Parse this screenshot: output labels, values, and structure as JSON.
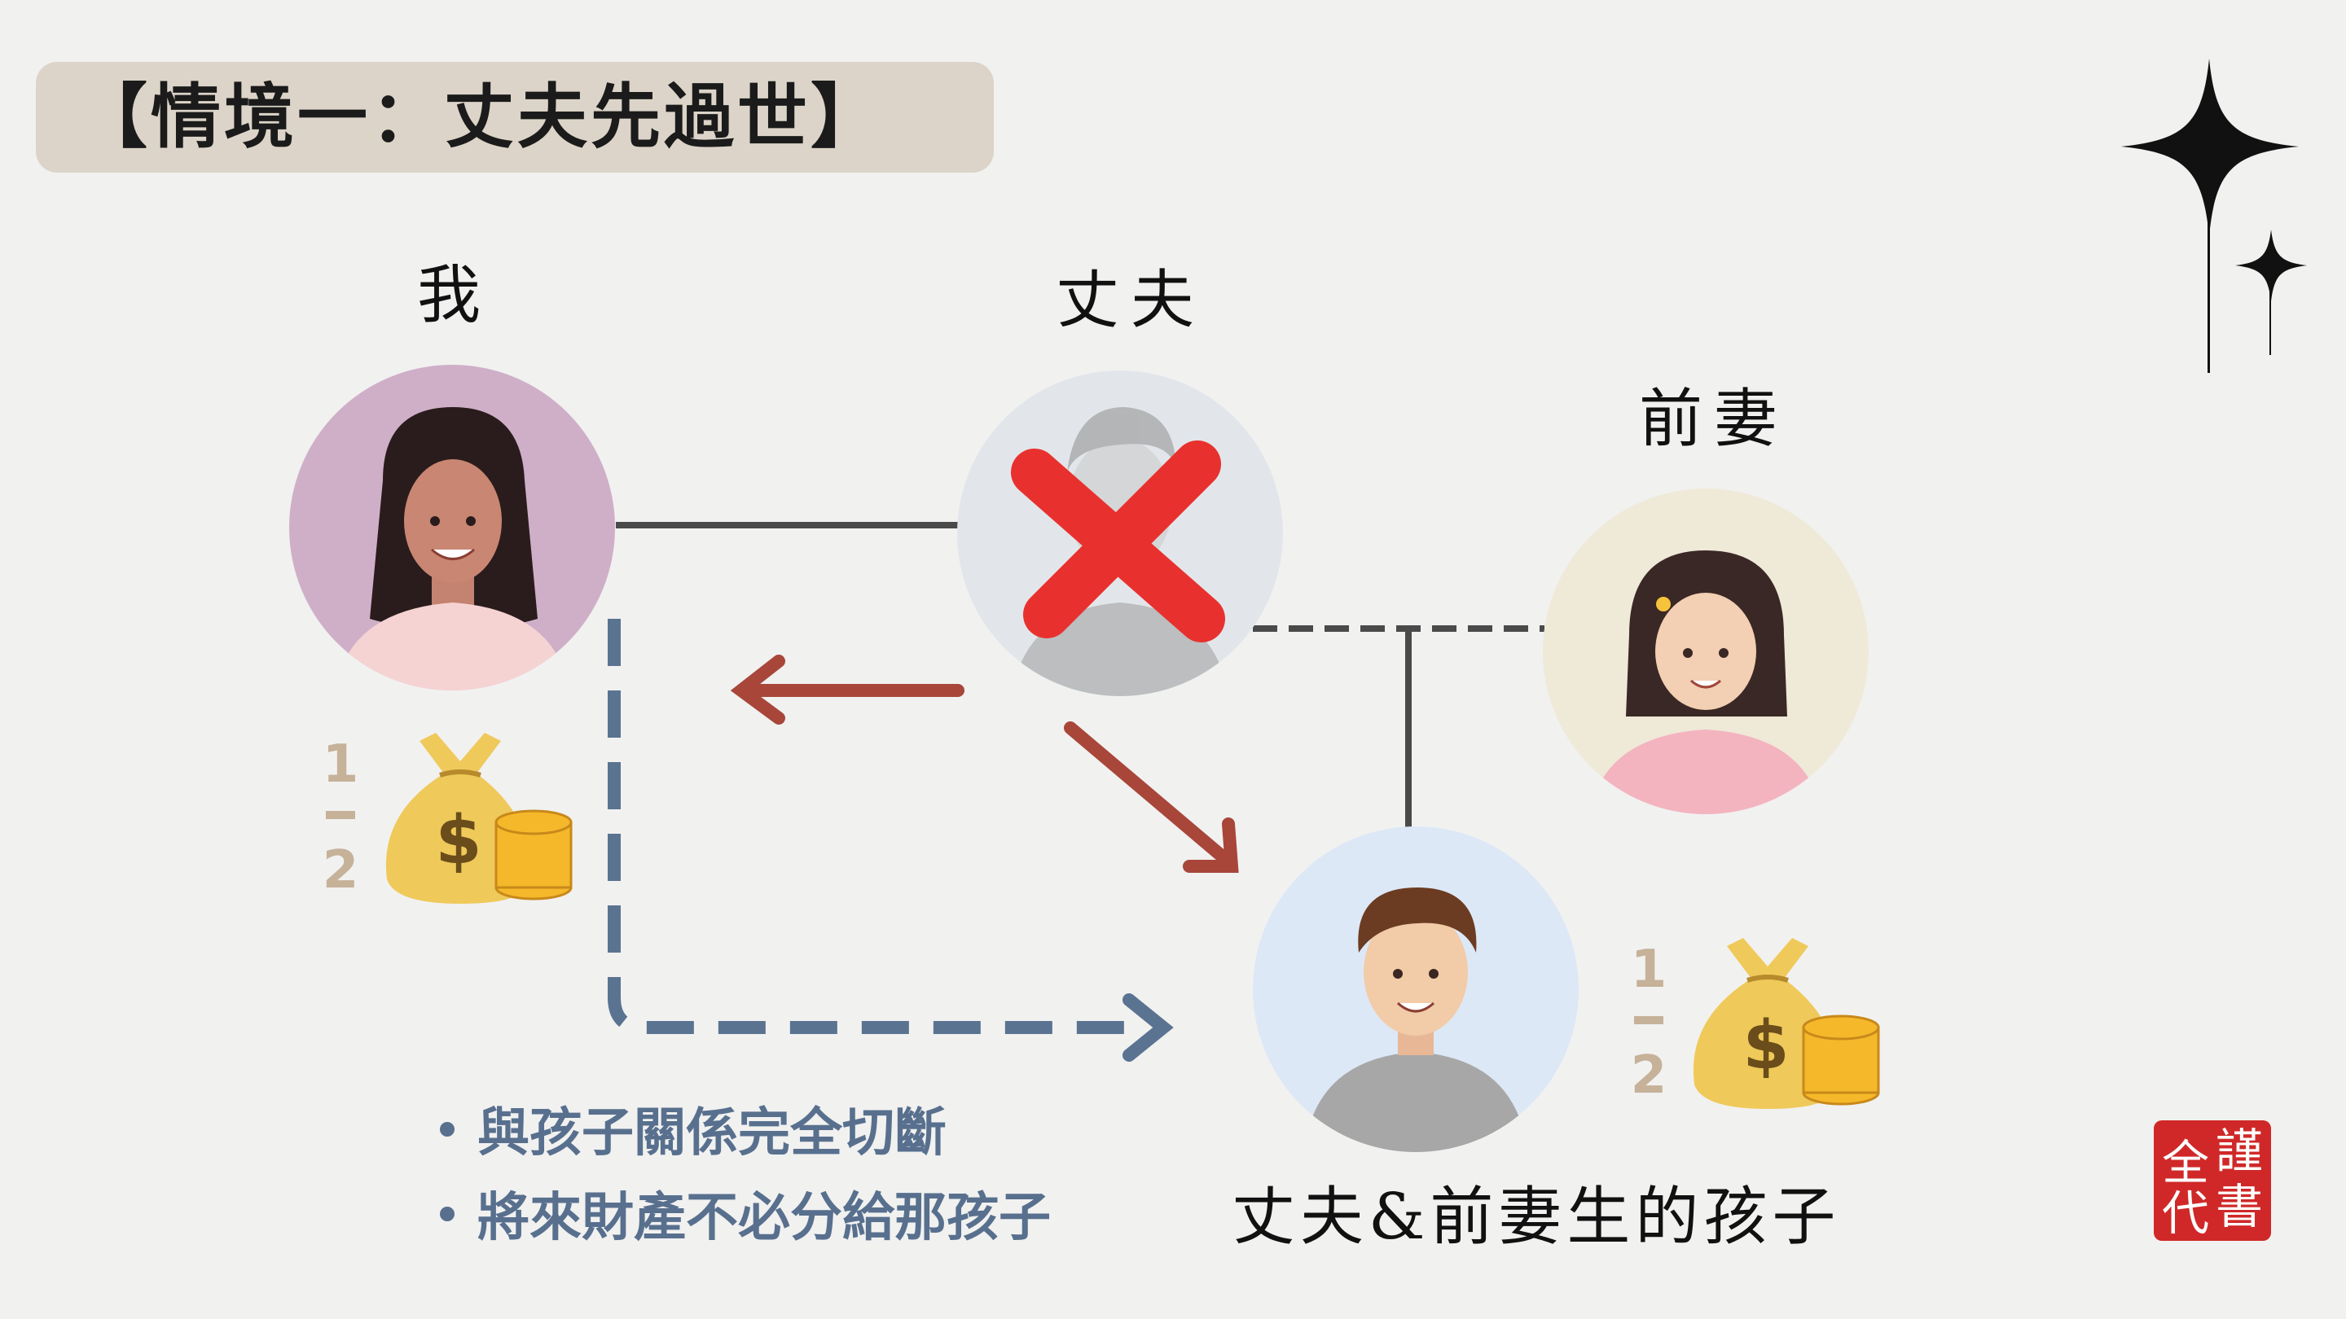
{
  "title": "【情境一：丈夫先過世】",
  "people": {
    "me": "我",
    "husband": "丈夫",
    "ex_wife": "前妻",
    "child": "丈夫&前妻生的孩子"
  },
  "shares": {
    "me": {
      "numerator": "1",
      "denominator": "2",
      "icon": "money-bag-icon"
    },
    "child": {
      "numerator": "1",
      "denominator": "2",
      "icon": "money-bag-icon"
    }
  },
  "notes": [
    "與孩子關係完全切斷",
    "將來財產不必分給那孩子"
  ],
  "seal": [
    "謹",
    "全",
    "書",
    "代"
  ],
  "colors": {
    "title_bg": "#dcd4c8",
    "arrow_red": "#a8463a",
    "dashed_blue": "#5a7391",
    "cross_red": "#e8312e",
    "note_text": "#58708e"
  }
}
